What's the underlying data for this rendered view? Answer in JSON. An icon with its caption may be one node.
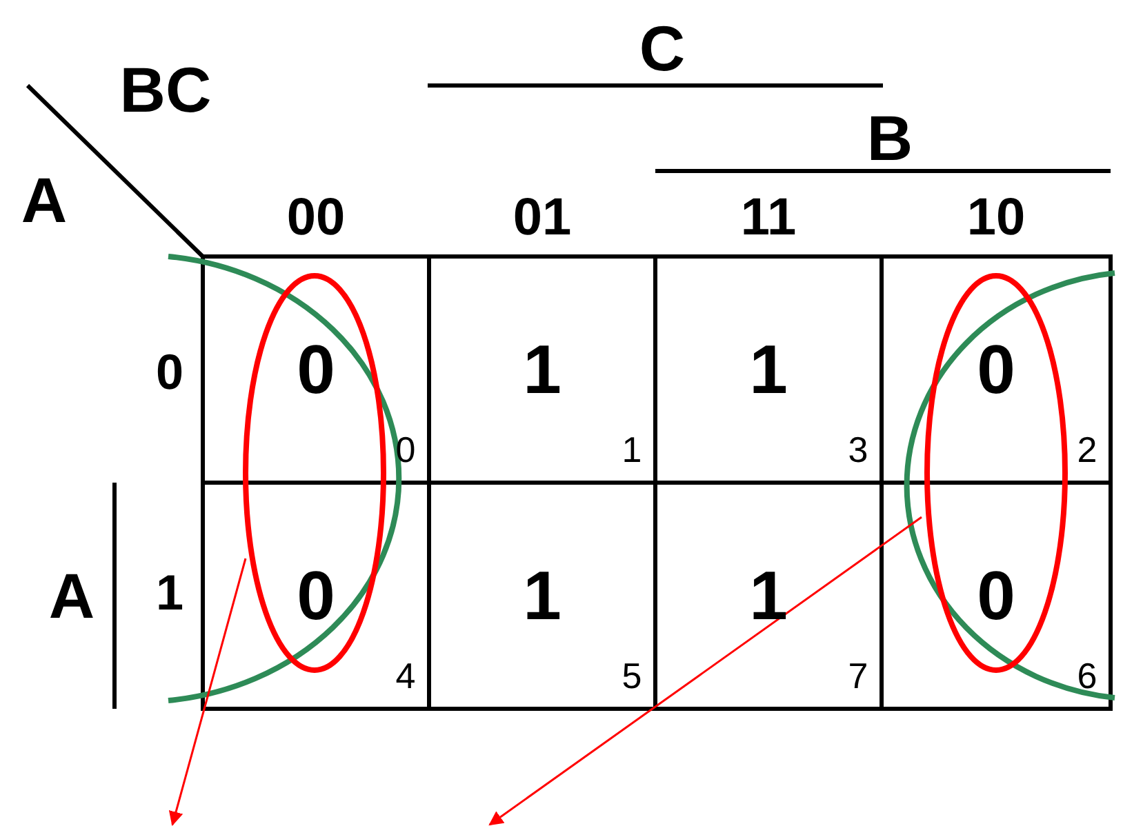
{
  "diagram": {
    "nodes": [
      {
        "text": [],
        "shape": "ellipse"
      },
      {
        "text": [],
        "shape": "ellipse"
      }
    ],
    "edges": [
      {
        "from": 0,
        "to": null,
        "arrow": "to",
        "color": "#ff0000"
      },
      {
        "from": 1,
        "to": null,
        "arrow": "to",
        "color": "#ff0000"
      }
    ],
    "labels": [
      "C",
      "BC",
      "B",
      "A",
      "00",
      "01",
      "11",
      "10",
      "0",
      "0",
      "0",
      "1",
      "1",
      "1",
      "3",
      "0",
      "2",
      "A",
      "1",
      "0",
      "4",
      "1",
      "5",
      "1",
      "7",
      "0",
      "6"
    ]
  }
}
